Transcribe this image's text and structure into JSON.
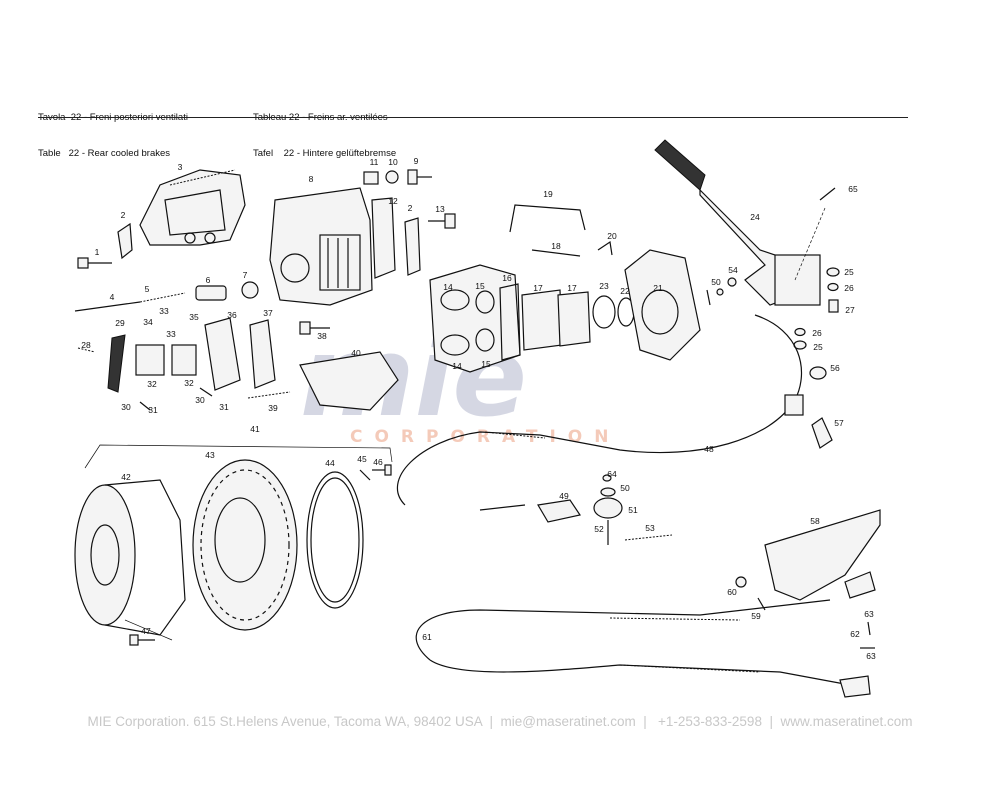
{
  "header": {
    "left_line1": "Tavola  22 - Freni posteriori ventilati",
    "left_line2": "Table   22 - Rear cooled brakes",
    "right_line1": "Tableau 22 - Freins ar. ventilées",
    "right_line2": "Tafel    22 - Hintere gelüftebremse"
  },
  "watermark": {
    "main": "mie",
    "sub": "CORPORATION"
  },
  "footer": {
    "text": "MIE Corporation. 615 St.Helens Avenue, Tacoma WA, 98402 USA  |  mie@maseratinet.com  |   +1-253-833-2598  |  www.maseratinet.com"
  },
  "callouts": [
    "1",
    "2",
    "3",
    "4",
    "5",
    "6",
    "7",
    "8",
    "9",
    "10",
    "11",
    "12",
    "13",
    "14",
    "14",
    "15",
    "15",
    "16",
    "17",
    "17",
    "18",
    "19",
    "20",
    "21",
    "22",
    "23",
    "24",
    "25",
    "25",
    "26",
    "26",
    "27",
    "28",
    "29",
    "30",
    "30",
    "31",
    "31",
    "32",
    "32",
    "33",
    "33",
    "34",
    "35",
    "36",
    "37",
    "38",
    "39",
    "40",
    "41",
    "42",
    "43",
    "44",
    "45",
    "46",
    "47",
    "48",
    "49",
    "50",
    "50",
    "51",
    "52",
    "53",
    "54",
    "56",
    "57",
    "58",
    "59",
    "60",
    "61",
    "62",
    "63",
    "63",
    "64",
    "65",
    "2"
  ]
}
